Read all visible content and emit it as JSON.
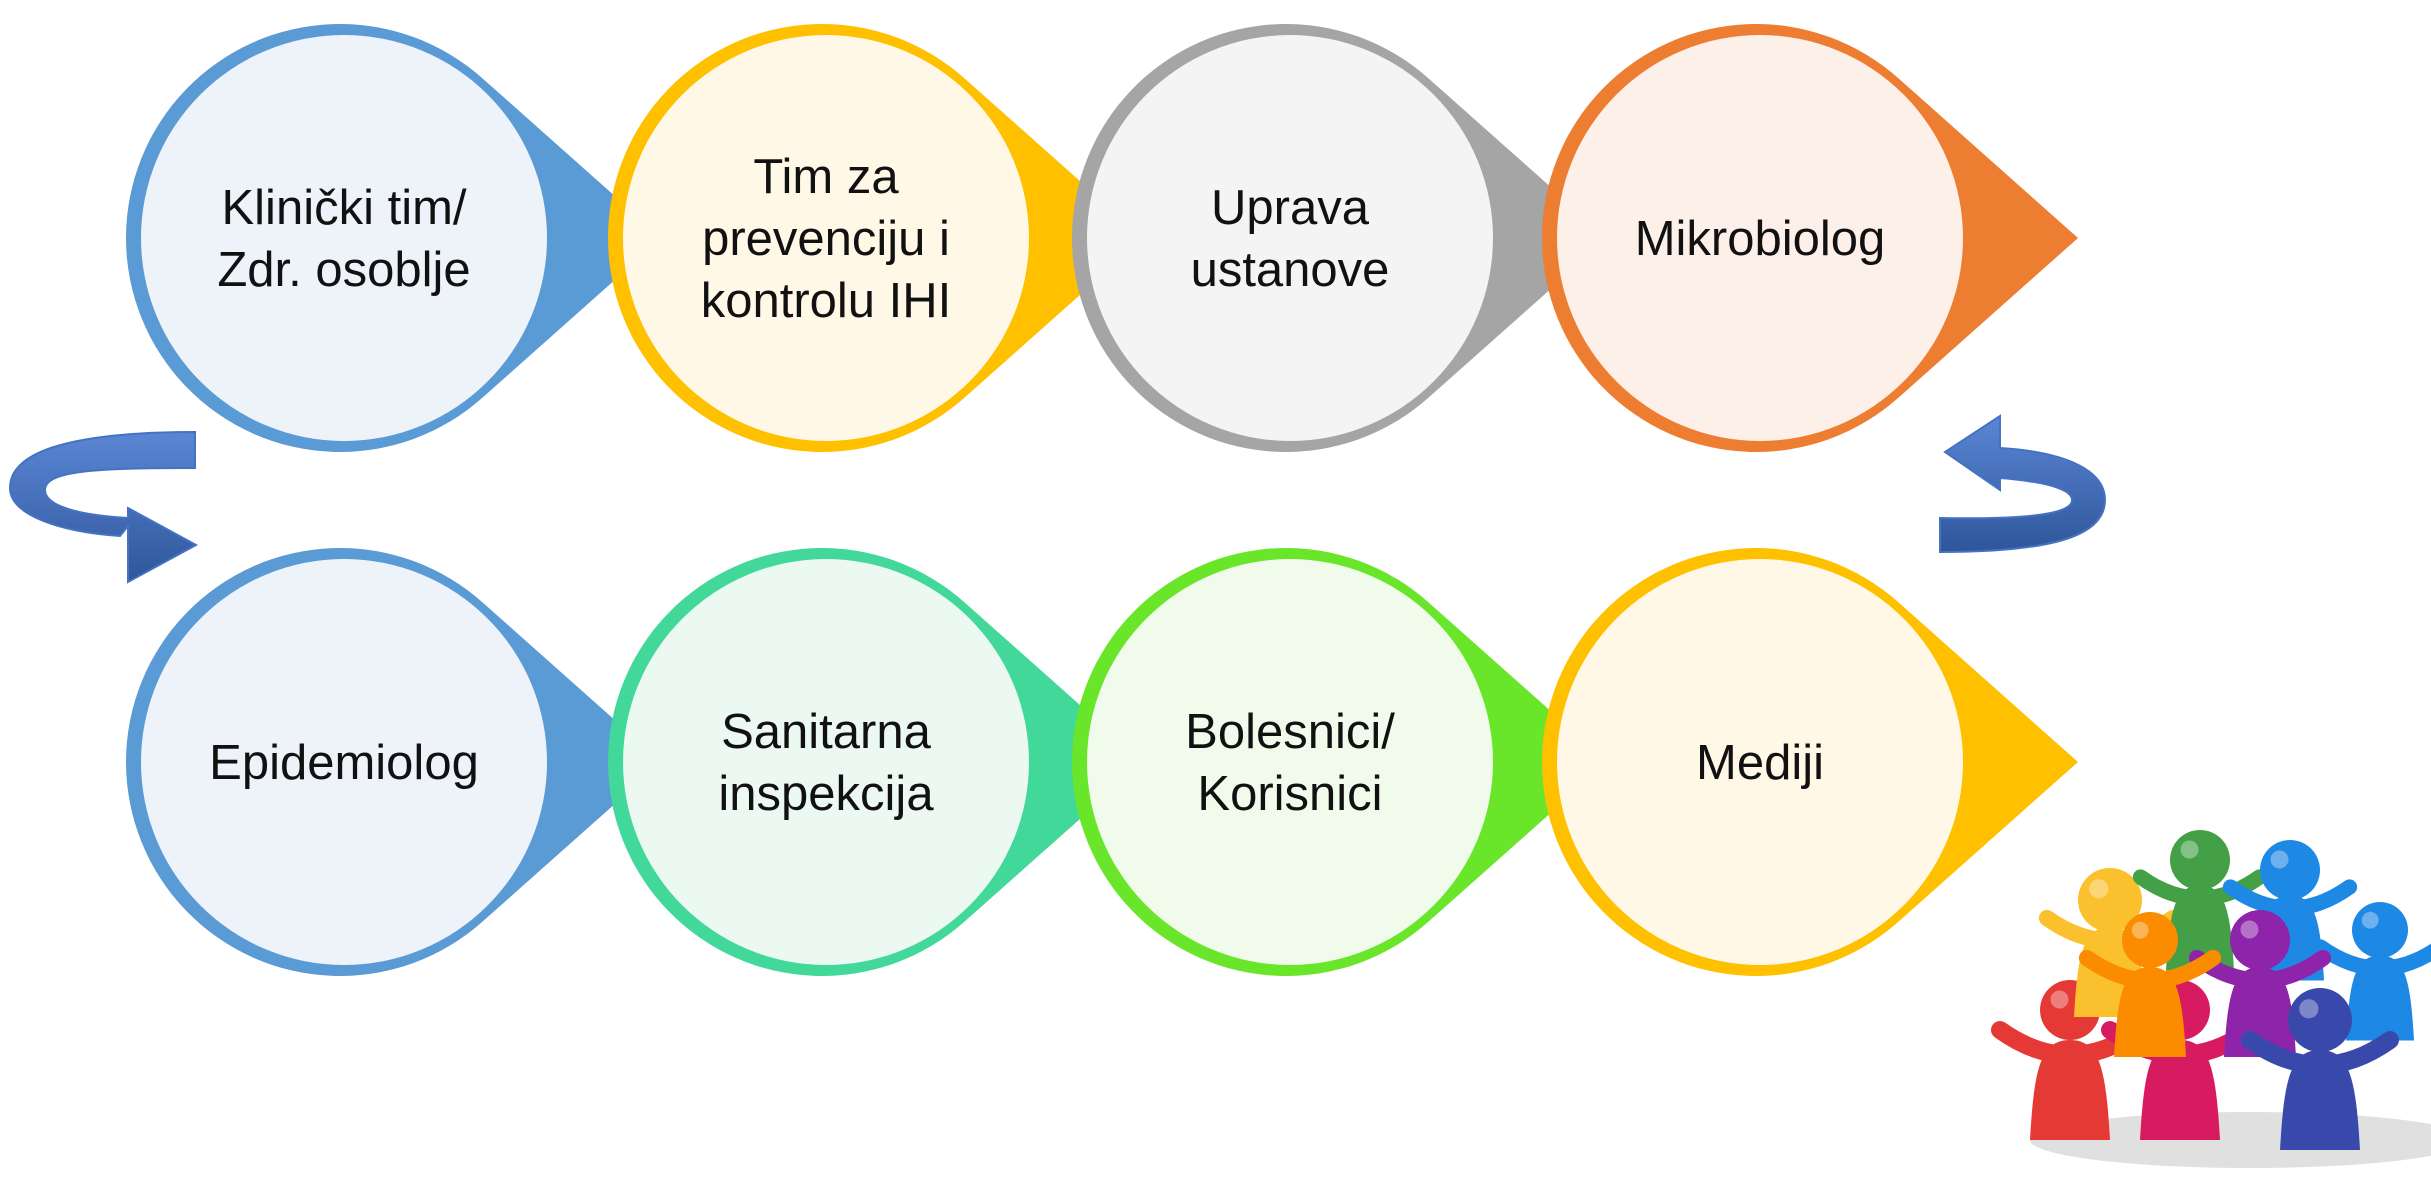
{
  "top_row": [
    {
      "lines": [
        "Klinički tim/",
        "Zdr. osoblje"
      ],
      "fill": "#eef3fa",
      "stroke": "#5b9bd5"
    },
    {
      "lines": [
        "Tim za",
        "prevenciju i",
        "kontrolu IHI"
      ],
      "fill": "#fff8e6",
      "stroke": "#ffc000"
    },
    {
      "lines": [
        "Uprava",
        "ustanove"
      ],
      "fill": "#f4f4f4",
      "stroke": "#a5a5a5"
    },
    {
      "lines": [
        "Mikrobiolog"
      ],
      "fill": "#fdf0e9",
      "stroke": "#ed7d31"
    }
  ],
  "bottom_row": [
    {
      "lines": [
        "Epidemiolog"
      ],
      "fill": "#eef3fa",
      "stroke": "#5b9bd5"
    },
    {
      "lines": [
        "Sanitarna",
        "inspekcija"
      ],
      "fill": "#ebf9f2",
      "stroke": "#42d89a"
    },
    {
      "lines": [
        "Bolesnici/",
        "Korisnici"
      ],
      "fill": "#f1fbeb",
      "stroke": "#6ae62a"
    },
    {
      "lines": [
        "Mediji"
      ],
      "fill": "#fff8e6",
      "stroke": "#ffc000"
    }
  ],
  "connector_color": "#4472c4",
  "people_colors": [
    "#e53935",
    "#fbc02d",
    "#43a047",
    "#1e88e5",
    "#d81b60",
    "#8e24aa",
    "#fb8c00",
    "#3949ab"
  ]
}
